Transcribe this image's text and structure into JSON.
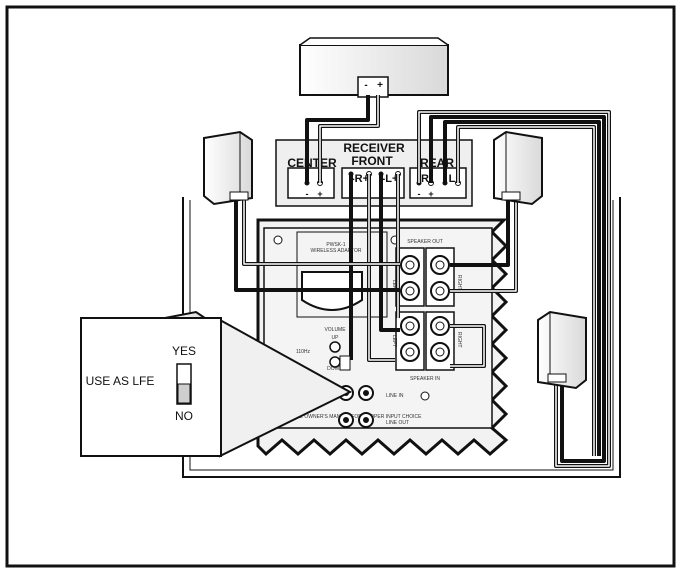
{
  "receiver": {
    "title": "RECEIVER",
    "center_label": "CENTER",
    "front_label": "FRONT",
    "rear_label": "REAR",
    "front_right": "-R+",
    "front_left": "-L+",
    "rear_r": "R",
    "rear_l": "L",
    "minus": "-",
    "plus": "+"
  },
  "center_speaker": {
    "minus": "-",
    "plus": "+"
  },
  "adaptor": {
    "model": "PWSK-1",
    "subtitle": "WIRELESS ADAPTOR",
    "speaker_out": "SPEAKER OUT",
    "speaker_in": "SPEAKER IN",
    "volume": "VOLUME",
    "up": "UP",
    "down": "DOWN",
    "line_in": "LINE IN",
    "line_out": "LINE OUT",
    "left": "LEFT",
    "right": "RIGHT",
    "note": "SEE OWNER'S MANUAL FOR PROPER INPUT CHOICE",
    "freq": "110Hz"
  },
  "callout": {
    "switch_label": "USE AS LFE",
    "yes": "YES",
    "no": "NO"
  },
  "colors": {
    "stroke": "#111111",
    "wire_inner": "#ffffff",
    "panel": "#f2f2f2"
  }
}
